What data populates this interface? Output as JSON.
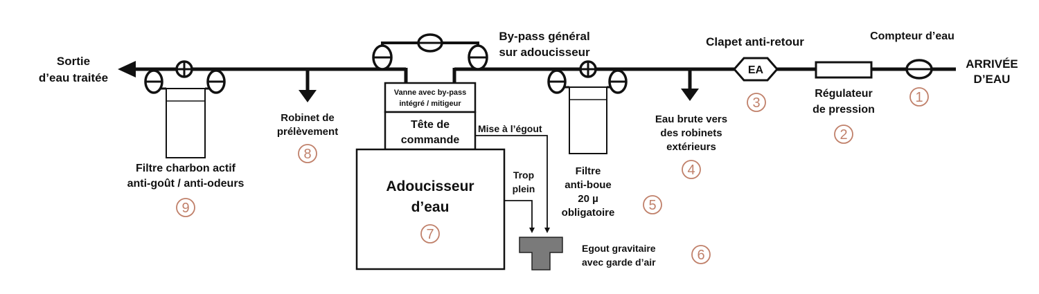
{
  "diagram": {
    "labels": {
      "sortie": [
        "Sortie",
        "d’eau traitée"
      ],
      "bypass_general": [
        "By-pass général",
        "sur adoucisseur"
      ],
      "clapet": "Clapet anti-retour",
      "compteur": "Compteur d’eau",
      "arrivee": [
        "ARRIVÉE",
        "D’EAU"
      ],
      "ea": "EA",
      "regulateur": [
        "Régulateur",
        "de pression"
      ],
      "vanne": [
        "Vanne avec by-pass",
        "intégré / mitigeur"
      ],
      "tete": [
        "Tête de",
        "commande"
      ],
      "mise_egout": "Mise à l’égout",
      "robinet_prelevement": [
        "Robinet de",
        "prélèvement"
      ],
      "eau_brute": [
        "Eau brute vers",
        "des robinets",
        "extérieurs"
      ],
      "adoucisseur": [
        "Adoucisseur",
        "d’eau"
      ],
      "trop_plein": [
        "Trop",
        "plein"
      ],
      "filtre_boue": [
        "Filtre",
        "anti-boue",
        "20 µ",
        "obligatoire"
      ],
      "filtre_charbon": [
        "Filtre charbon actif",
        "anti-goût / anti-odeurs"
      ],
      "egout": [
        "Egout gravitaire",
        "avec garde d’air"
      ]
    },
    "numbers": {
      "compteur": "1",
      "regulateur": "2",
      "clapet": "3",
      "eau_brute": "4",
      "filtre_boue": "5",
      "egout": "6",
      "adoucisseur": "7",
      "robinet": "8",
      "filtre_charbon": "9"
    }
  }
}
